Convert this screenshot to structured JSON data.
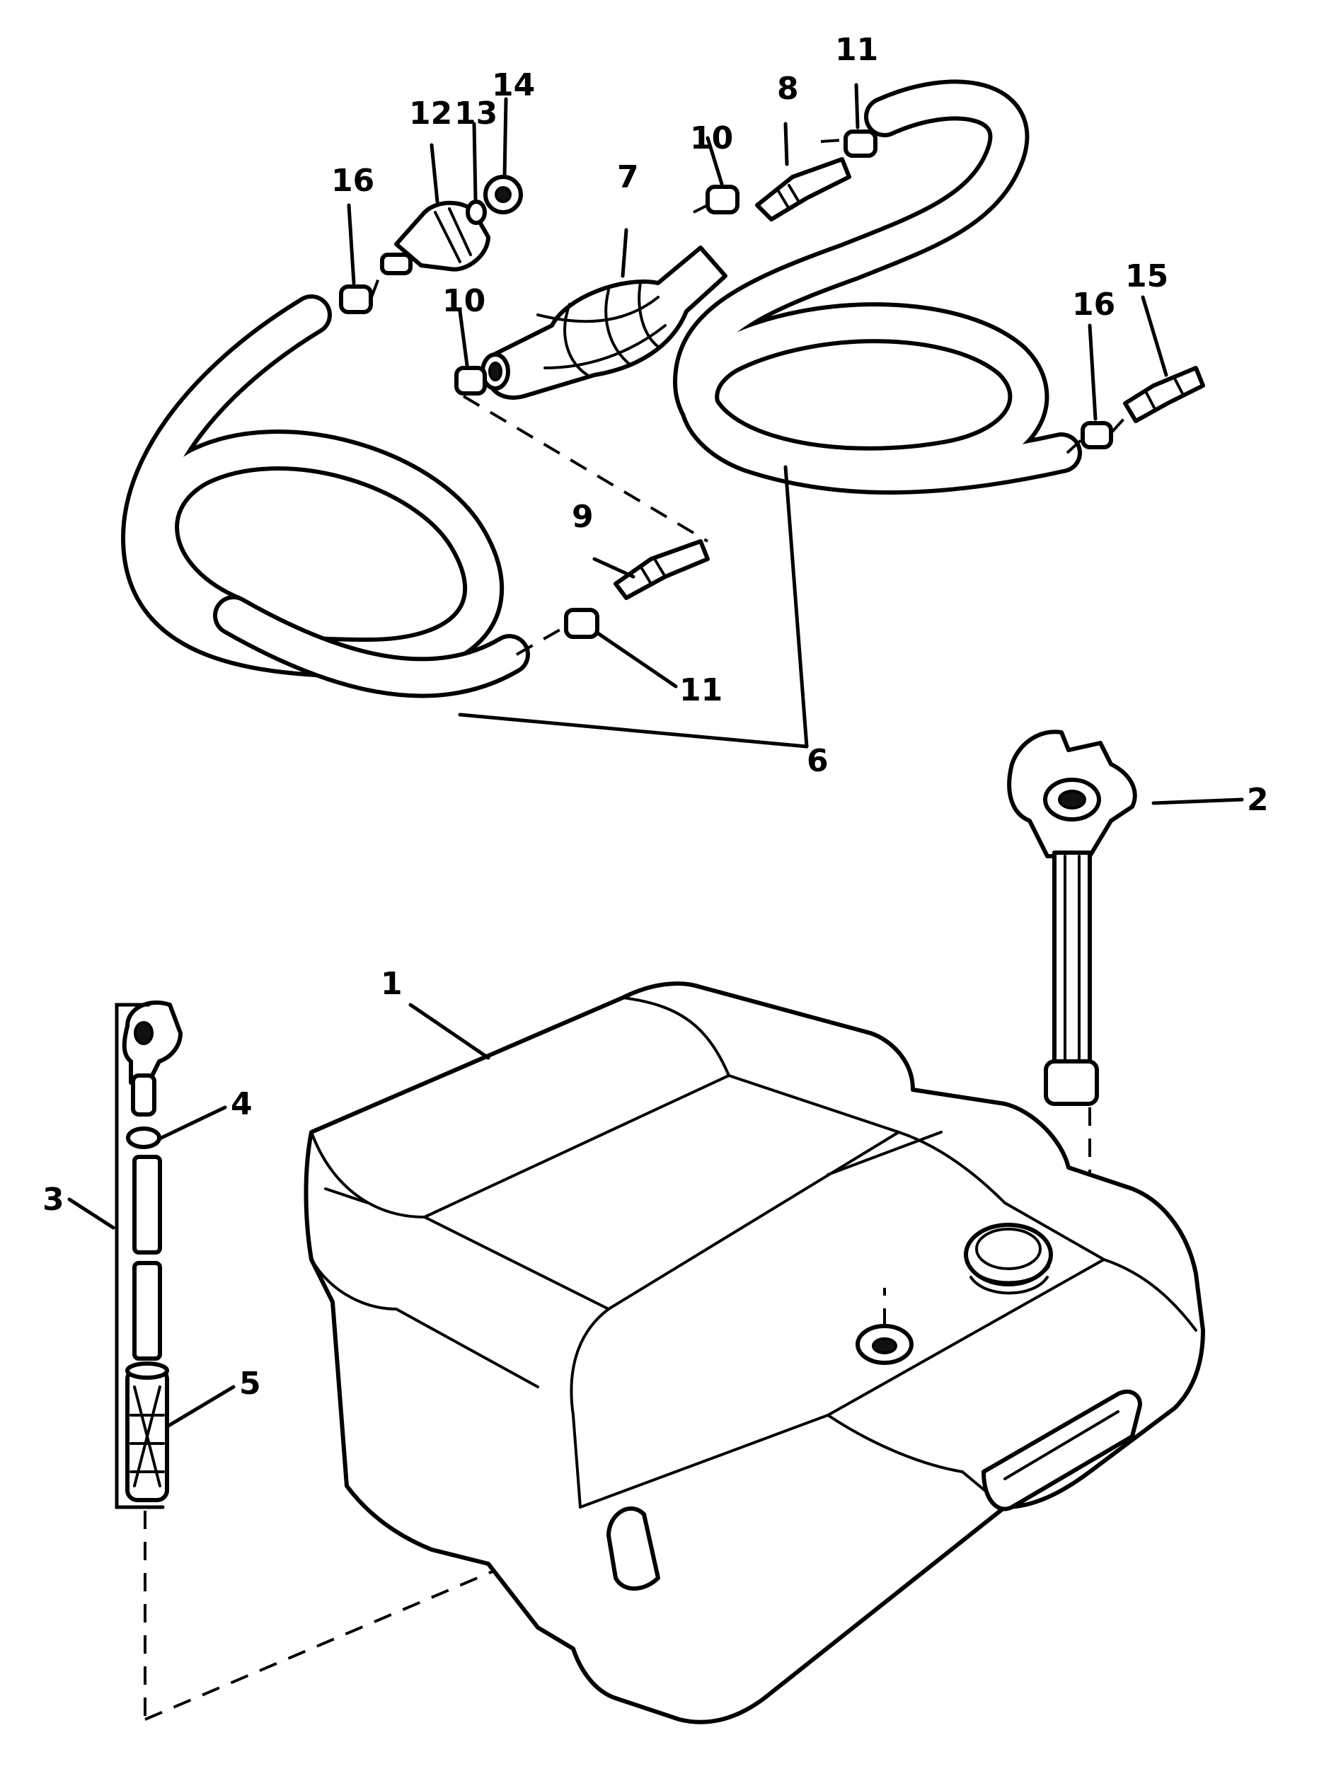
{
  "diagram": {
    "callouts": {
      "c1": "1",
      "c2": "2",
      "c3": "3",
      "c4": "4",
      "c5": "5",
      "c6": "6",
      "c7": "7",
      "c8": "8",
      "c9": "9",
      "c10a": "10",
      "c10b": "10",
      "c11a": "11",
      "c11b": "11",
      "c12": "12",
      "c13": "13",
      "c14": "14",
      "c15": "15",
      "c16a": "16",
      "c16b": "16"
    }
  }
}
